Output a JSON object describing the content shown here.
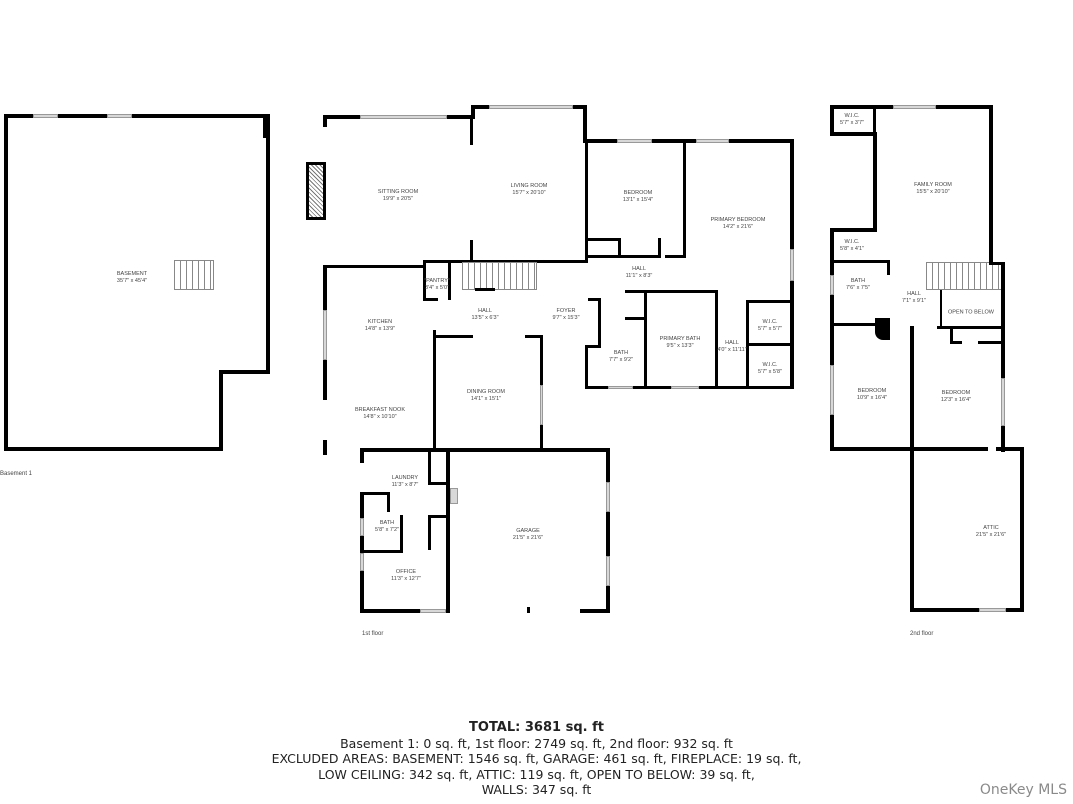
{
  "floors": {
    "basement": {
      "label": "Basement 1",
      "rooms": [
        {
          "name": "BASEMENT",
          "dims": "35'7\" x 45'4\""
        }
      ]
    },
    "first": {
      "label": "1st floor",
      "rooms": [
        {
          "name": "SITTING ROOM",
          "dims": "19'9\" x 20'5\""
        },
        {
          "name": "LIVING ROOM",
          "dims": "15'7\" x 20'10\""
        },
        {
          "name": "BEDROOM",
          "dims": "13'1\" x 15'4\""
        },
        {
          "name": "PRIMARY BEDROOM",
          "dims": "14'2\" x 21'6\""
        },
        {
          "name": "*PANTRY*",
          "dims": "3'4\" x 5'0\""
        },
        {
          "name": "HALL",
          "dims": "11'1\" x 8'3\""
        },
        {
          "name": "KITCHEN",
          "dims": "14'8\" x 13'9\""
        },
        {
          "name": "HALL",
          "dims": "13'5\" x 6'3\""
        },
        {
          "name": "FOYER",
          "dims": "9'7\" x 15'3\""
        },
        {
          "name": "W.I.C.",
          "dims": "5'7\" x 5'7\""
        },
        {
          "name": "PRIMARY BATH",
          "dims": "9'5\" x 13'3\""
        },
        {
          "name": "HALL",
          "dims": "4'0\" x 11'11\""
        },
        {
          "name": "BATH",
          "dims": "7'7\" x 9'2\""
        },
        {
          "name": "W.I.C.",
          "dims": "5'7\" x 5'8\""
        },
        {
          "name": "BREAKFAST NOOK",
          "dims": "14'8\" x 10'10\""
        },
        {
          "name": "DINING ROOM",
          "dims": "14'1\" x 15'1\""
        },
        {
          "name": "LAUNDRY",
          "dims": "11'3\" x 8'7\""
        },
        {
          "name": "BATH",
          "dims": "5'8\" x 7'2\""
        },
        {
          "name": "GARAGE",
          "dims": "21'5\" x 21'6\""
        },
        {
          "name": "OFFICE",
          "dims": "11'3\" x 12'7\""
        }
      ]
    },
    "second": {
      "label": "2nd floor",
      "rooms": [
        {
          "name": "W.I.C.",
          "dims": "5'7\" x 3'7\""
        },
        {
          "name": "FAMILY ROOM",
          "dims": "15'5\" x 20'10\""
        },
        {
          "name": "W.I.C.",
          "dims": "5'8\" x 4'1\""
        },
        {
          "name": "BATH",
          "dims": "7'6\" x 7'5\""
        },
        {
          "name": "HALL",
          "dims": "7'1\" x 9'1\""
        },
        {
          "name": "OPEN TO BELOW",
          "dims": ""
        },
        {
          "name": "BEDROOM",
          "dims": "10'9\" x 16'4\""
        },
        {
          "name": "BEDROOM",
          "dims": "12'3\" x 16'4\""
        },
        {
          "name": "ATTIC",
          "dims": "21'5\" x 21'6\""
        }
      ]
    }
  },
  "summary": {
    "total": "TOTAL: 3681 sq. ft",
    "line1": "Basement 1: 0 sq. ft, 1st floor: 2749 sq. ft, 2nd floor: 932 sq. ft",
    "line2": "EXCLUDED AREAS: BASEMENT: 1546 sq. ft, GARAGE: 461 sq. ft, FIREPLACE: 19 sq. ft,",
    "line3": "LOW CEILING: 342 sq. ft, ATTIC: 119 sq. ft, OPEN TO BELOW: 39 sq. ft,",
    "line4": "WALLS: 347 sq. ft"
  },
  "watermark": "OneKey MLS"
}
